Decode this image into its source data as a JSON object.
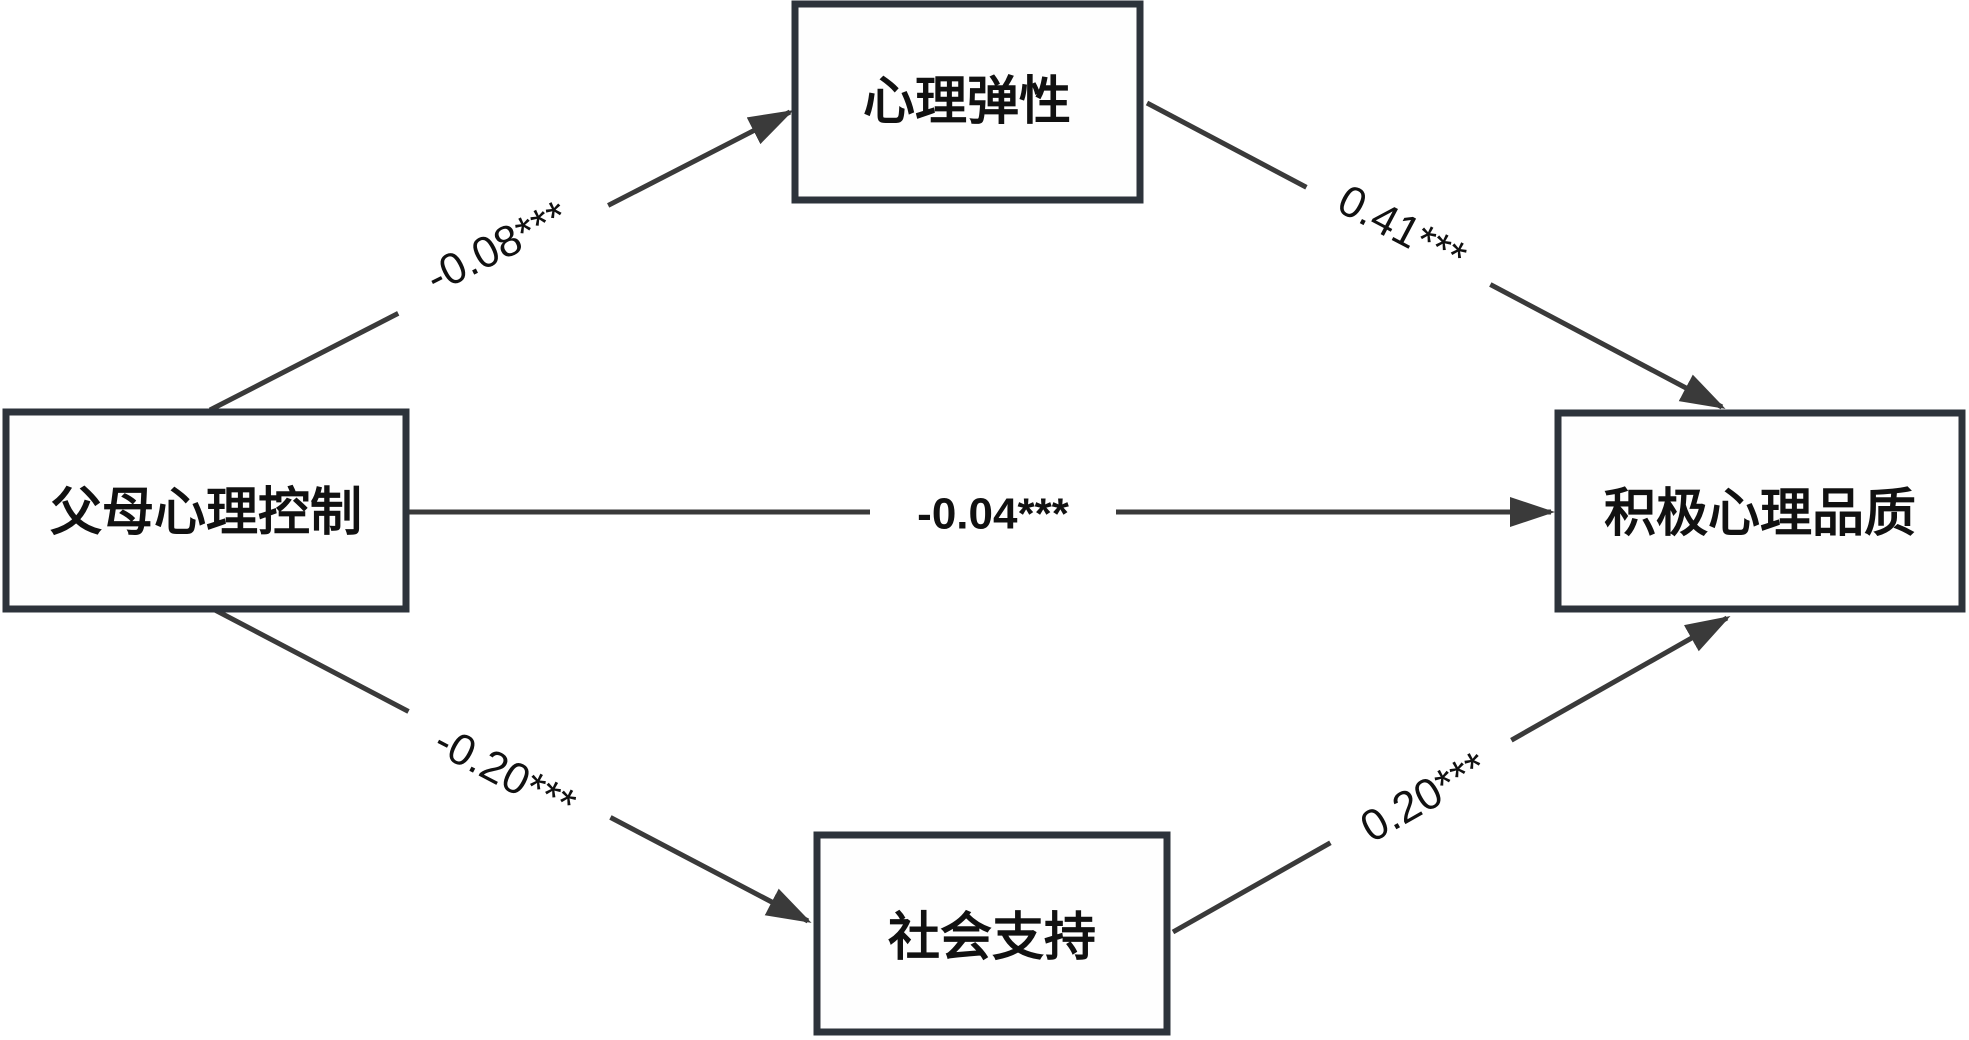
{
  "diagram": {
    "type": "mediation-path-model",
    "colors": {
      "bg": "#ffffff",
      "line": "#3a3a3a",
      "box-border": "#2d333b",
      "text": "#111111"
    },
    "nodes": [
      {
        "id": "parental-psychological-control",
        "label": "父母心理控制"
      },
      {
        "id": "psychological-resilience",
        "label": "心理弹性"
      },
      {
        "id": "positive-psychological-quality",
        "label": "积极心理品质"
      },
      {
        "id": "social-support",
        "label": "社会支持"
      }
    ],
    "edges": [
      {
        "from": "父母心理控制",
        "to": "心理弹性",
        "label": "-0.08***"
      },
      {
        "from": "心理弹性",
        "to": "积极心理品质",
        "label": "0.41***"
      },
      {
        "from": "父母心理控制",
        "to": "积极心理品质",
        "label": "-0.04***"
      },
      {
        "from": "父母心理控制",
        "to": "社会支持",
        "label": "-0.20***"
      },
      {
        "from": "社会支持",
        "to": "积极心理品质",
        "label": "0.20***"
      }
    ]
  }
}
